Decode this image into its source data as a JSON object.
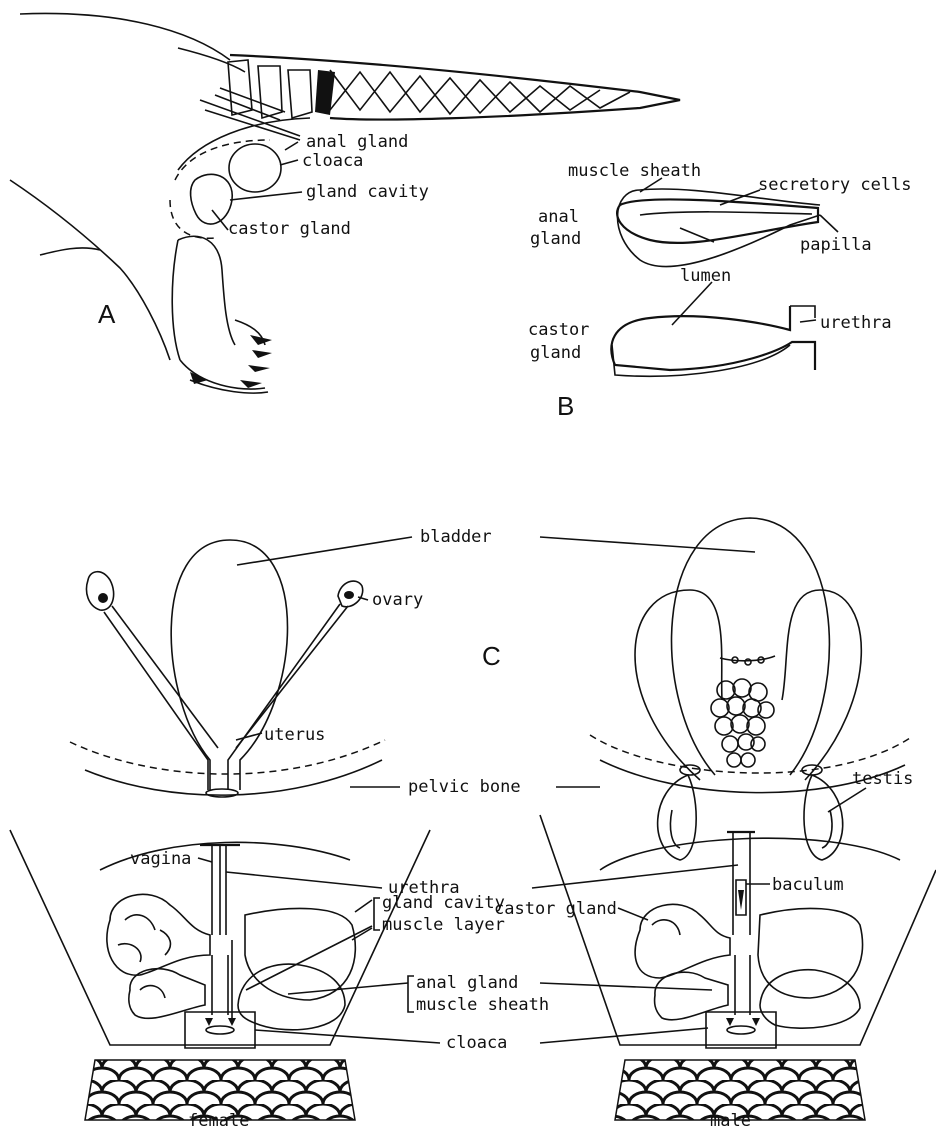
{
  "panels": {
    "a": "A",
    "b": "B",
    "c": "C"
  },
  "panel_a": {
    "anal_gland": "anal gland",
    "cloaca": "cloaca",
    "gland_cavity": "gland cavity",
    "castor_gland": "castor gland"
  },
  "panel_b": {
    "muscle_sheath": "muscle sheath",
    "secretory_cells": "secretory cells",
    "anal_gland_1": "anal",
    "anal_gland_2": "gland",
    "papilla": "papilla",
    "lumen": "lumen",
    "castor_gland_1": "castor",
    "castor_gland_2": "gland",
    "urethra": "urethra"
  },
  "panel_c": {
    "bladder": "bladder",
    "ovary": "ovary",
    "uterus": "uterus",
    "pelvic_bone": "pelvic bone",
    "testis": "testis",
    "vagina": "vagina",
    "urethra": "urethra",
    "baculum": "baculum",
    "castor_gland": "castor gland",
    "gland_cavity": "gland cavity",
    "muscle_layer": "muscle layer",
    "anal_gland": "anal gland",
    "muscle_sheath": "muscle sheath",
    "cloaca": "cloaca",
    "female": "female",
    "male": "male"
  }
}
